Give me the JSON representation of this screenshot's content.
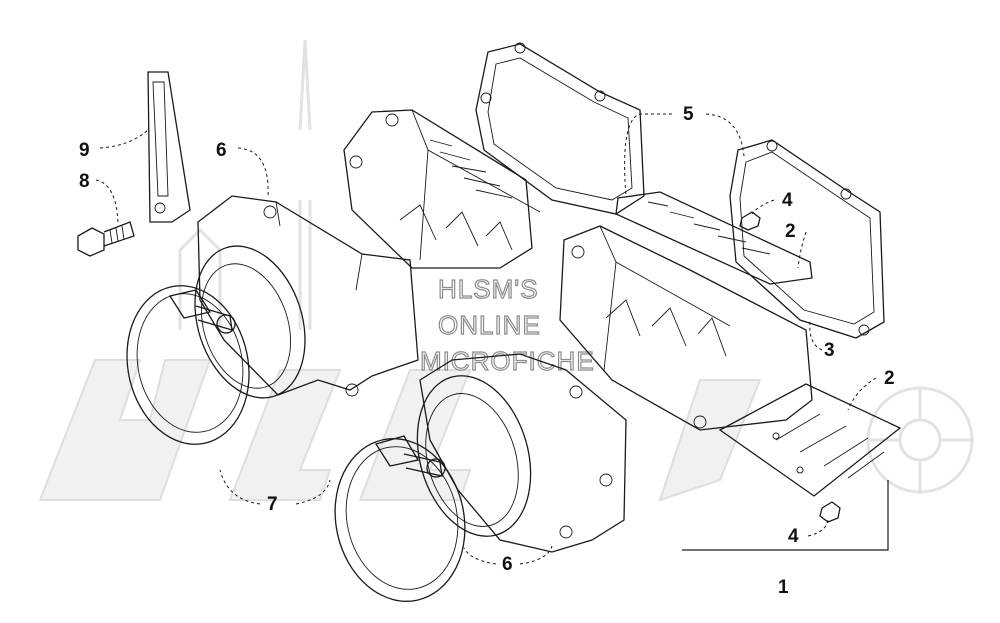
{
  "watermark": {
    "line1": "HLSM'S",
    "line2": "ONLINE",
    "line3": "MICROFICHE"
  },
  "callouts": {
    "c1": "1",
    "c2a": "2",
    "c2b": "2",
    "c3": "3",
    "c4a": "4",
    "c4b": "4",
    "c5": "5",
    "c6a": "6",
    "c6b": "6",
    "c7": "7",
    "c8": "8",
    "c9": "9"
  },
  "colors": {
    "line": "#1a1a1a",
    "background": "#ffffff",
    "watermark": "#dcdcdc"
  }
}
